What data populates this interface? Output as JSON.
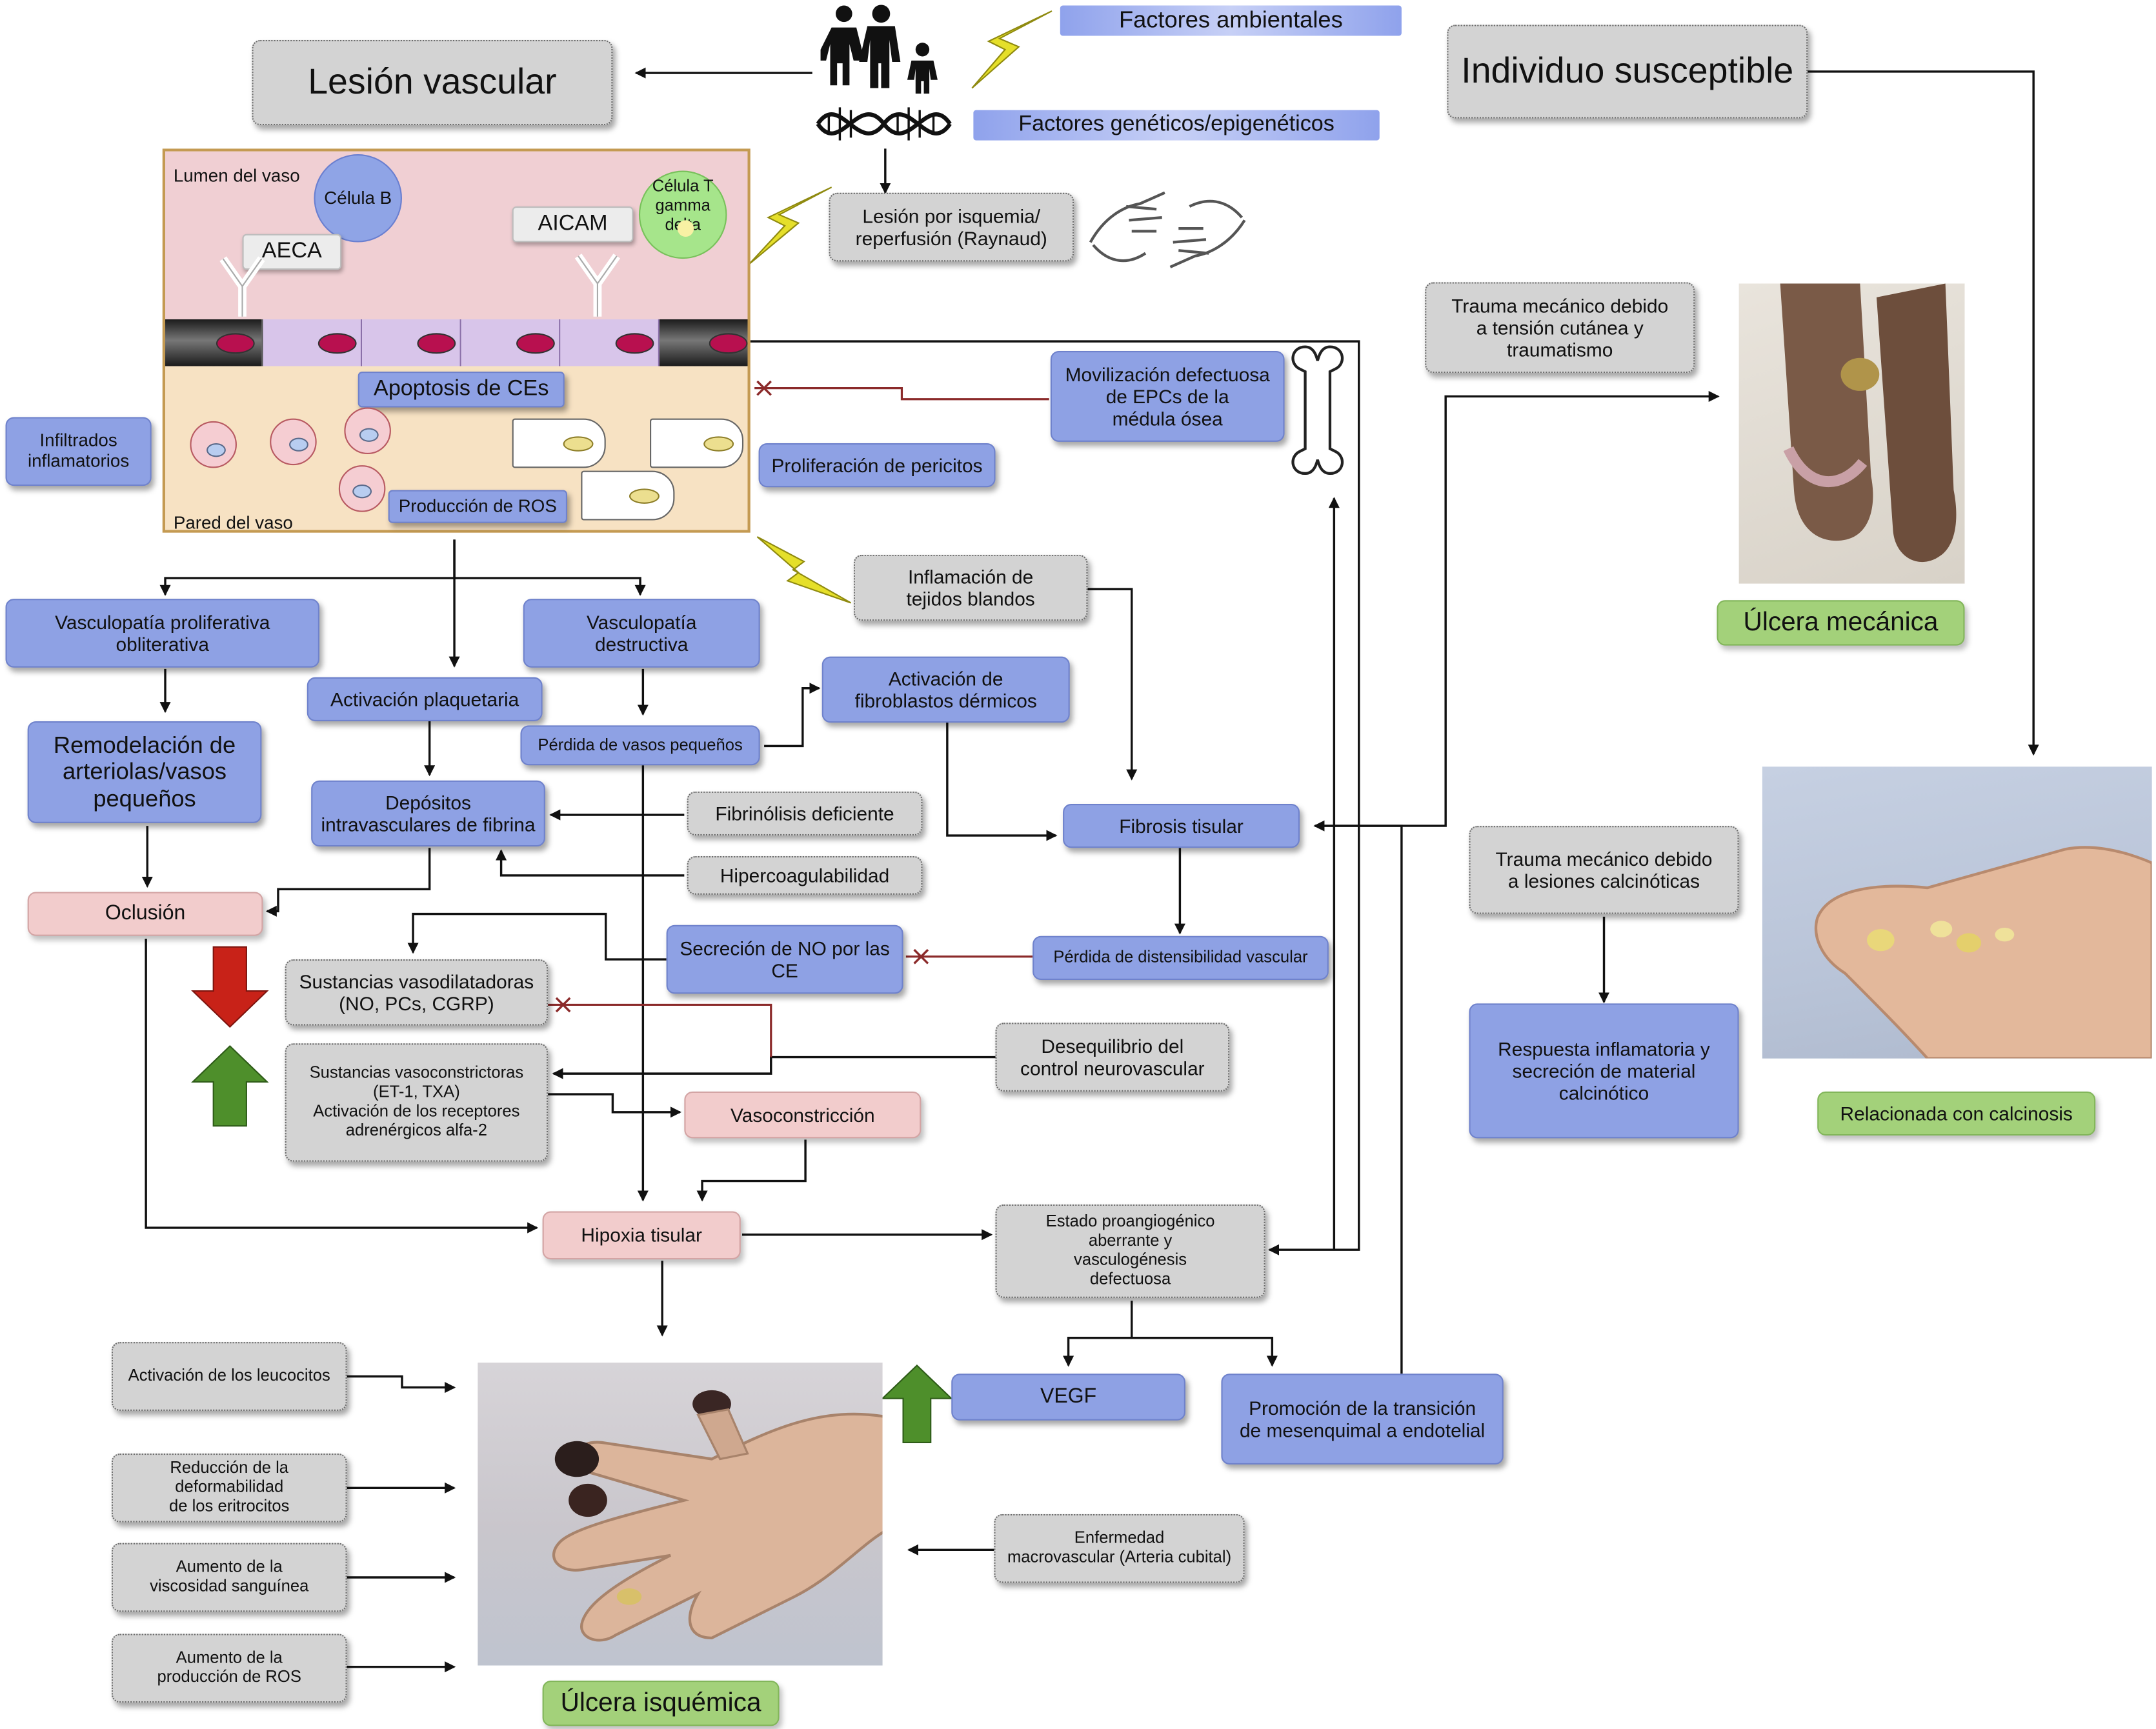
{
  "top": {
    "vascular_injury": "Lesión vascular",
    "environmental": "Factores ambientales",
    "genetic": "Factores genéticos/epigenéticos",
    "susceptible": "Individuo susceptible",
    "ischemia_reperfusion": "Lesión por isquemia/\nreperfusión (Raynaud)"
  },
  "vessel": {
    "lumen_label": "Lumen del vaso",
    "wall_label": "Pared del vaso",
    "b_cell": "Célula B",
    "t_cell": "Célula T\ngamma delta",
    "aeca": "AECA",
    "aicam": "AICAM",
    "apoptosis": "Apoptosis de CEs",
    "ros_production": "Producción de ROS",
    "inflammatory_infiltrates": "Infiltrados\ninflamatorios",
    "pericyte_proliferation": "Proliferación de pericitos"
  },
  "nodes": {
    "epc_mobilization": "Movilización defectuosa\nde  EPCs de la\nmédula ósea",
    "mech_trauma_skin": "Trauma mecánico debido\na tensión cutánea y\ntraumatismo",
    "soft_tissue_inflammation": "Inflamación de\ntejidos blandos",
    "proliferative_vasculopathy": "Vasculopatía proliferativa\nobliterativa",
    "destructive_vasculopathy": "Vasculopatía\ndestructiva",
    "platelet_activation": "Activación plaquetaria",
    "fibroblast_activation": "Activación de\nfibroblastos dérmicos",
    "small_vessel_loss": "Pérdida de vasos pequeños",
    "remodeling": "Remodelación de\narteriolas/vasos\npequeños",
    "fibrin_deposits": "Depósitos\nintravasculares de fibrina",
    "fibrinolysis": "Fibrinólisis deficiente",
    "tissue_fibrosis": "Fibrosis tisular",
    "hypercoagulability": "Hipercoagulabilidad",
    "occlusion": "Oclusión",
    "no_secretion": "Secreción de NO por las\nCE",
    "distensibility_loss": "Pérdida de distensibilidad vascular",
    "vasodilators": "Sustancias vasodilatadoras\n(NO, PCs, CGRP)",
    "neurovascular_imbalance": "Desequilibrio del\ncontrol neurovascular",
    "vasoconstrictors": "Sustancias vasoconstrictoras\n(ET-1, TXA)\nActivación de los receptores\nadrenérgicos alfa-2",
    "vasoconstriction": "Vasoconstricción",
    "tissue_hypoxia": "Hipoxia tisular",
    "proangiogenic": "Estado proangiogénico\naberrante y\nvasculogénesis\ndefectuosa",
    "vegf": "VEGF",
    "mesenchymal_transition": "Promoción de la transición\nde mesenquimal a endotelial",
    "leukocyte_activation": "Activación de los leucocitos",
    "erythrocyte_deformability": "Reducción de la\ndeformabilidad\nde los eritrocitos",
    "blood_viscosity": "Aumento de la\nviscosidad sanguínea",
    "ros_increase": "Aumento de la\nproducción de ROS",
    "macrovascular": "Enfermedad\nmacrovascular (Arteria cubital)",
    "calcinotic_trauma": "Trauma mecánico debido\na lesiones calcinóticas",
    "calcinotic_response": "Respuesta inflamatoria y\nsecreción de material\ncalcinótico"
  },
  "ulcers": {
    "mechanical": "Úlcera mecánica",
    "calcinosis": "Relacionada con calcinosis",
    "ischemic": "Úlcera isquémica"
  },
  "colors": {
    "gray_box": "#d3d3d3",
    "blue_box": "#8ea1e4",
    "pink_box": "#f2cccc",
    "green_box": "#a3d17a",
    "lumen_bg": "#f0cfd3",
    "wall_bg": "#f7e2c3",
    "arrow_up": "#4e8f2b",
    "arrow_down": "#c82218",
    "inhibition_line": "#8b2a2a",
    "lightning": "#e5df2a"
  },
  "icons": [
    "family-icon",
    "dna-icon",
    "lightning-icon",
    "hands-icon",
    "bone-icon",
    "up-arrow-icon",
    "down-arrow-icon",
    "inhibition-x-icon"
  ]
}
